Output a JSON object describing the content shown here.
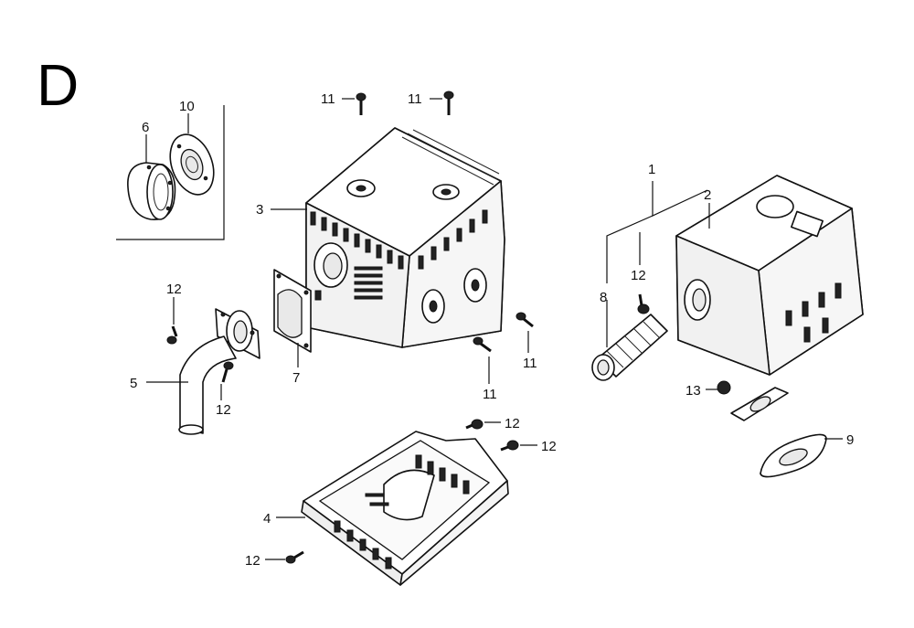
{
  "section_letter": "D",
  "callouts": {
    "c1": "1",
    "c2": "2",
    "c3": "3",
    "c4": "4",
    "c5": "5",
    "c6": "6",
    "c7": "7",
    "c8": "8",
    "c9": "9",
    "c10": "10",
    "c11a": "11",
    "c11b": "11",
    "c11c": "11",
    "c11d": "11",
    "c12a": "12",
    "c12b": "12",
    "c12c": "12",
    "c12d": "12",
    "c12e": "12",
    "c12f": "12",
    "c13": "13"
  }
}
